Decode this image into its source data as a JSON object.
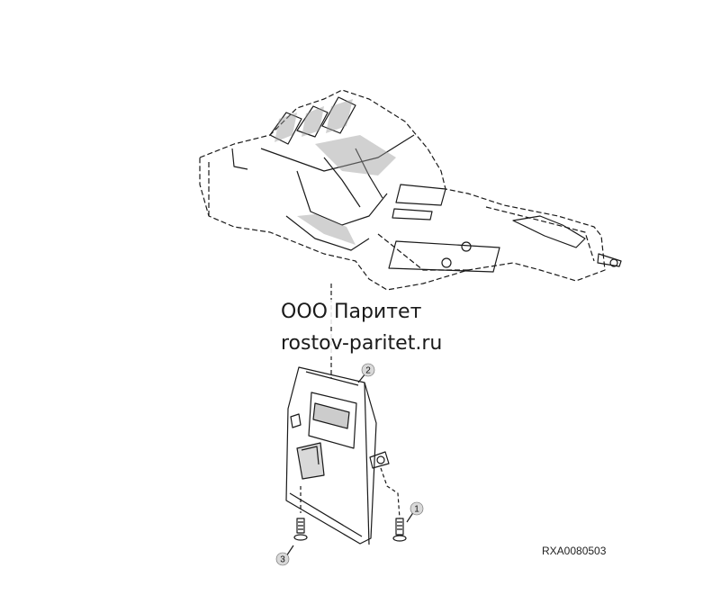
{
  "watermark": {
    "company": "ООО Паритет",
    "site": "rostov-paritet.ru"
  },
  "figure_ref": "RXA0080503",
  "callouts": [
    "1",
    "2",
    "3"
  ],
  "colors": {
    "line": "#1a1a1a",
    "callout_fill": "#d9d9d9",
    "shade": "#9a9a9a"
  }
}
